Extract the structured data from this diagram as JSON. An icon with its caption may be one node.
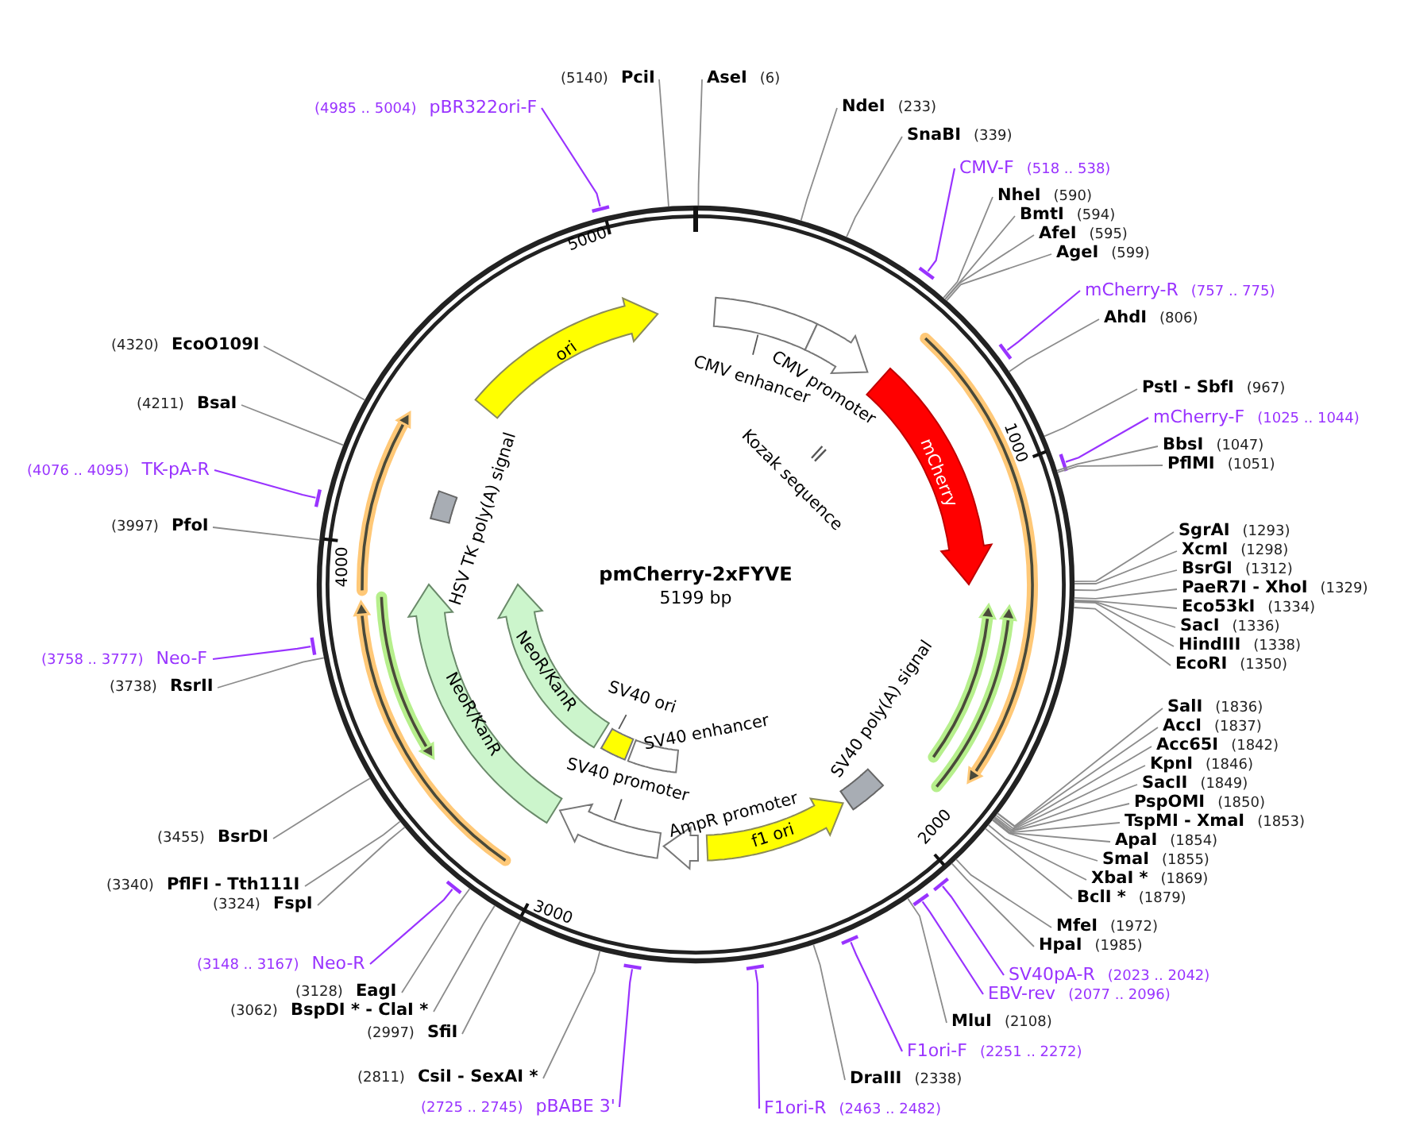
{
  "diagram": {
    "title": "pmCherry-2xFYVE",
    "nodes": [
      {
        "text": [
          "AseI",
          "(6)"
        ]
      },
      {
        "text": [
          "NdeI",
          "(233)"
        ]
      },
      {
        "text": [
          "SnaBI",
          "(339)"
        ]
      },
      {
        "text": [
          "CMV-F",
          "(518 .. 538)"
        ]
      },
      {
        "text": [
          "NheI",
          "(590)"
        ]
      },
      {
        "text": [
          "BmtI",
          "(594)"
        ]
      },
      {
        "text": [
          "AfeI",
          "(595)"
        ]
      },
      {
        "text": [
          "AgeI",
          "(599)"
        ]
      },
      {
        "text": [
          "mCherry-R",
          "(757 .. 775)"
        ]
      },
      {
        "text": [
          "AhdI",
          "(806)"
        ]
      },
      {
        "text": [
          "PstI - SbfI",
          "(967)"
        ]
      },
      {
        "text": [
          "mCherry-F",
          "(1025 .. 1044)"
        ]
      },
      {
        "text": [
          "BbsI",
          "(1047)"
        ]
      },
      {
        "text": [
          "PflMI",
          "(1051)"
        ]
      },
      {
        "text": [
          "SgrAI",
          "(1293)"
        ]
      },
      {
        "text": [
          "XcmI",
          "(1298)"
        ]
      },
      {
        "text": [
          "BsrGI",
          "(1312)"
        ]
      },
      {
        "text": [
          "PaeR7I - XhoI",
          "(1329)"
        ]
      },
      {
        "text": [
          "Eco53kI",
          "(1334)"
        ]
      },
      {
        "text": [
          "SacI",
          "(1336)"
        ]
      },
      {
        "text": [
          "HindIII",
          "(1338)"
        ]
      },
      {
        "text": [
          "EcoRI",
          "(1350)"
        ]
      },
      {
        "text": [
          "SalI",
          "(1836)"
        ]
      },
      {
        "text": [
          "AccI",
          "(1837)"
        ]
      },
      {
        "text": [
          "Acc65I",
          "(1842)"
        ]
      },
      {
        "text": [
          "KpnI",
          "(1846)"
        ]
      },
      {
        "text": [
          "SacII",
          "(1849)"
        ]
      },
      {
        "text": [
          "PspOMI",
          "(1850)"
        ]
      },
      {
        "text": [
          "TspMI - XmaI",
          "(1853)"
        ]
      },
      {
        "text": [
          "ApaI",
          "(1854)"
        ]
      },
      {
        "text": [
          "SmaI",
          "(1855)"
        ]
      },
      {
        "text": [
          "XbaI *",
          "(1869)"
        ]
      },
      {
        "text": [
          "BclI *",
          "(1879)"
        ]
      },
      {
        "text": [
          "MfeI",
          "(1972)"
        ]
      },
      {
        "text": [
          "HpaI",
          "(1985)"
        ]
      },
      {
        "text": [
          "SV40pA-R",
          "(2023 .. 2042)"
        ]
      },
      {
        "text": [
          "EBV-rev",
          "(2077 .. 2096)"
        ]
      },
      {
        "text": [
          "MluI",
          "(2108)"
        ]
      },
      {
        "text": [
          "F1ori-F",
          "(2251 .. 2272)"
        ]
      },
      {
        "text": [
          "DraIII",
          "(2338)"
        ]
      },
      {
        "text": [
          "F1ori-R",
          "(2463 .. 2482)"
        ]
      },
      {
        "text": [
          "(2725 .. 2745)",
          "pBABE 3'"
        ]
      },
      {
        "text": [
          "(2811)",
          "CsiI - SexAI *"
        ]
      },
      {
        "text": [
          "(2997)",
          "SfiI"
        ]
      },
      {
        "text": [
          "(3062)",
          "BspDI * - ClaI *"
        ]
      },
      {
        "text": [
          "(3128)",
          "EagI"
        ]
      },
      {
        "text": [
          "(3148 .. 3167)",
          "Neo-R"
        ]
      },
      {
        "text": [
          "(3324)",
          "FspI"
        ]
      },
      {
        "text": [
          "(3340)",
          "PflFI - Tth111I"
        ]
      },
      {
        "text": [
          "(3455)",
          "BsrDI"
        ]
      },
      {
        "text": [
          "(3738)",
          "RsrII"
        ]
      },
      {
        "text": [
          "(3758 .. 3777)",
          "Neo-F"
        ]
      },
      {
        "text": [
          "(3997)",
          "PfoI"
        ]
      },
      {
        "text": [
          "(4076 .. 4095)",
          "TK-pA-R"
        ]
      },
      {
        "text": [
          "(4211)",
          "BsaI"
        ]
      },
      {
        "text": [
          "(4320)",
          "EcoO109I"
        ]
      },
      {
        "text": [
          "(4985 .. 5004)",
          "pBR322ori-F"
        ]
      },
      {
        "text": [
          "(5140)",
          "PciI"
        ]
      },
      {
        "text": [
          "ori"
        ]
      },
      {
        "text": [
          "CMV enhancer"
        ]
      },
      {
        "text": [
          "CMV promoter"
        ]
      },
      {
        "text": [
          "mCherry"
        ]
      },
      {
        "text": [
          "Kozak sequence"
        ]
      },
      {
        "text": [
          "HSV TK poly(A) signal"
        ]
      },
      {
        "text": [
          "NeoR/KanR"
        ]
      },
      {
        "text": [
          "NeoR/KanR"
        ]
      },
      {
        "text": [
          "SV40 ori"
        ]
      },
      {
        "text": [
          "SV40 enhancer"
        ]
      },
      {
        "text": [
          "SV40 promoter"
        ]
      },
      {
        "text": [
          "AmpR promoter"
        ]
      },
      {
        "text": [
          "f1 ori"
        ]
      },
      {
        "text": [
          "SV40 poly(A) signal"
        ]
      }
    ],
    "edges": [
      {
        "from": 0,
        "to": null,
        "arrow": "none"
      },
      {
        "from": 1,
        "to": null,
        "arrow": "none"
      },
      {
        "from": 2,
        "to": null,
        "arrow": "none"
      },
      {
        "from": 3,
        "to": null,
        "arrow": "none",
        "color": "#9933ff"
      },
      {
        "from": 4,
        "to": null,
        "arrow": "none"
      },
      {
        "from": 5,
        "to": null,
        "arrow": "none"
      },
      {
        "from": 6,
        "to": null,
        "arrow": "none"
      },
      {
        "from": 7,
        "to": null,
        "arrow": "none"
      },
      {
        "from": 8,
        "to": null,
        "arrow": "none",
        "color": "#9933ff"
      },
      {
        "from": 9,
        "to": null,
        "arrow": "none"
      },
      {
        "from": 10,
        "to": null,
        "arrow": "none"
      },
      {
        "from": 11,
        "to": null,
        "arrow": "none",
        "color": "#9933ff"
      },
      {
        "from": 12,
        "to": null,
        "arrow": "none"
      },
      {
        "from": 13,
        "to": null,
        "arrow": "none"
      },
      {
        "from": 14,
        "to": null,
        "arrow": "none"
      },
      {
        "from": 15,
        "to": null,
        "arrow": "none"
      },
      {
        "from": 16,
        "to": null,
        "arrow": "none"
      },
      {
        "from": 17,
        "to": null,
        "arrow": "none"
      },
      {
        "from": 18,
        "to": null,
        "arrow": "none"
      },
      {
        "from": 19,
        "to": null,
        "arrow": "none"
      },
      {
        "from": 20,
        "to": null,
        "arrow": "none"
      },
      {
        "from": 21,
        "to": null,
        "arrow": "none"
      },
      {
        "from": 22,
        "to": null,
        "arrow": "none"
      },
      {
        "from": 23,
        "to": null,
        "arrow": "none"
      },
      {
        "from": 24,
        "to": null,
        "arrow": "none"
      },
      {
        "from": 25,
        "to": null,
        "arrow": "none"
      },
      {
        "from": 26,
        "to": null,
        "arrow": "none"
      },
      {
        "from": 27,
        "to": null,
        "arrow": "none"
      },
      {
        "from": 28,
        "to": null,
        "arrow": "none"
      },
      {
        "from": 29,
        "to": null,
        "arrow": "none"
      },
      {
        "from": 30,
        "to": null,
        "arrow": "none"
      },
      {
        "from": 31,
        "to": null,
        "arrow": "none"
      },
      {
        "from": 32,
        "to": null,
        "arrow": "none"
      },
      {
        "from": 33,
        "to": null,
        "arrow": "none"
      },
      {
        "from": 34,
        "to": null,
        "arrow": "none"
      },
      {
        "from": 35,
        "to": null,
        "arrow": "none",
        "color": "#9933ff"
      },
      {
        "from": 36,
        "to": null,
        "arrow": "none",
        "color": "#9933ff"
      },
      {
        "from": 37,
        "to": null,
        "arrow": "none"
      },
      {
        "from": 38,
        "to": null,
        "arrow": "none",
        "color": "#9933ff"
      },
      {
        "from": 39,
        "to": null,
        "arrow": "none"
      },
      {
        "from": 40,
        "to": null,
        "arrow": "none",
        "color": "#9933ff"
      },
      {
        "from": 41,
        "to": null,
        "arrow": "none",
        "color": "#9933ff"
      },
      {
        "from": 42,
        "to": null,
        "arrow": "none"
      },
      {
        "from": 43,
        "to": null,
        "arrow": "none"
      },
      {
        "from": 44,
        "to": null,
        "arrow": "none"
      },
      {
        "from": 45,
        "to": null,
        "arrow": "none"
      },
      {
        "from": 46,
        "to": null,
        "arrow": "none",
        "color": "#9933ff"
      },
      {
        "from": 47,
        "to": null,
        "arrow": "none"
      },
      {
        "from": 48,
        "to": null,
        "arrow": "none"
      },
      {
        "from": 49,
        "to": null,
        "arrow": "none"
      },
      {
        "from": 50,
        "to": null,
        "arrow": "none"
      },
      {
        "from": 51,
        "to": null,
        "arrow": "none",
        "color": "#9933ff"
      },
      {
        "from": 52,
        "to": null,
        "arrow": "none"
      },
      {
        "from": 53,
        "to": null,
        "arrow": "none",
        "color": "#9933ff"
      },
      {
        "from": 54,
        "to": null,
        "arrow": "none"
      },
      {
        "from": 55,
        "to": null,
        "arrow": "none"
      },
      {
        "from": 56,
        "to": null,
        "arrow": "none",
        "color": "#9933ff"
      },
      {
        "from": 57,
        "to": null,
        "arrow": "none"
      }
    ],
    "labels": [
      "5199 bp",
      "1000",
      "2000",
      "3000",
      "4000",
      "5000"
    ]
  }
}
